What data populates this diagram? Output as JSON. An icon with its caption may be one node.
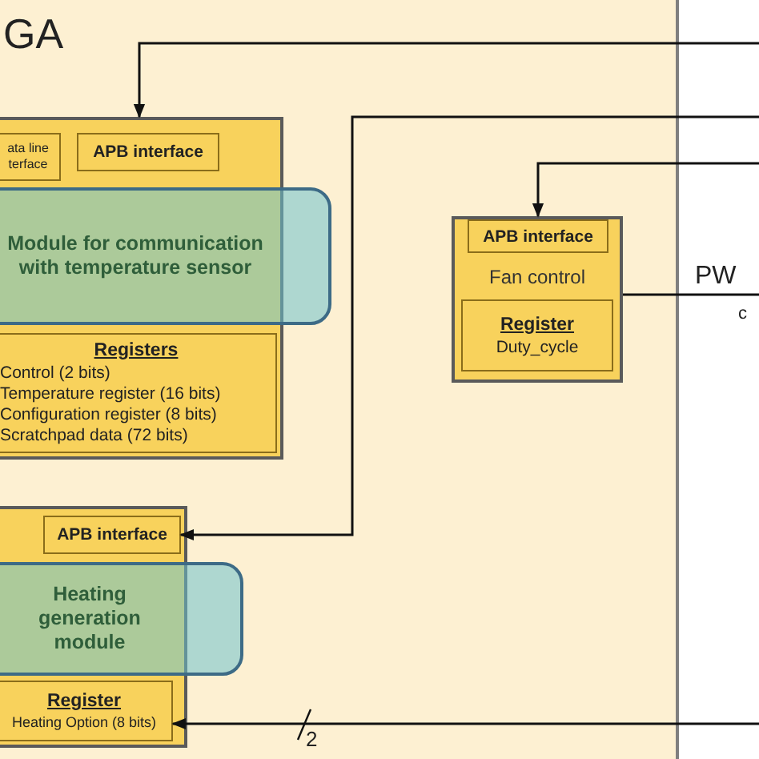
{
  "diagram": {
    "nodes": [
      {
        "text": [
          "GA"
        ]
      },
      {
        "text": [],
        "shape": "box",
        "in": 0
      },
      {
        "text": [
          "ata line terface"
        ],
        "in": 1
      },
      {
        "text": [
          "APB interface"
        ],
        "in": 1
      },
      {
        "text": [
          "Module for communication with temperature sensor"
        ],
        "in": 0
      },
      {
        "text": [
          "Registers",
          "Control (2 bits)",
          "Temperature register (16 bits)",
          "Configuration register (8 bits)",
          "Scratchpad data (72 bits)"
        ],
        "in": 1
      },
      {
        "text": [
          "Fan control"
        ],
        "in": 0
      },
      {
        "text": [
          "APB interface"
        ],
        "in": 6
      },
      {
        "text": [
          "Register",
          "Duty_cycle"
        ],
        "in": 6
      },
      {
        "text": [],
        "shape": "box",
        "in": 0
      },
      {
        "text": [
          "APB interface"
        ],
        "in": 9
      },
      {
        "text": [
          "Heating generation module"
        ],
        "in": 0
      },
      {
        "text": [
          "Register",
          "Heating Option (8 bits)"
        ],
        "in": 9
      }
    ],
    "edges": [
      {
        "from": null,
        "to": 1,
        "arrow": "to"
      },
      {
        "from": null,
        "to": 10,
        "arrow": "to"
      },
      {
        "from": null,
        "to": 6,
        "arrow": "to"
      },
      {
        "from": 6,
        "to": null,
        "arrow": "none"
      },
      {
        "from": null,
        "to": 12,
        "arrow": "to",
        "label": "2"
      }
    ],
    "labels": [
      "PW",
      "c"
    ]
  }
}
